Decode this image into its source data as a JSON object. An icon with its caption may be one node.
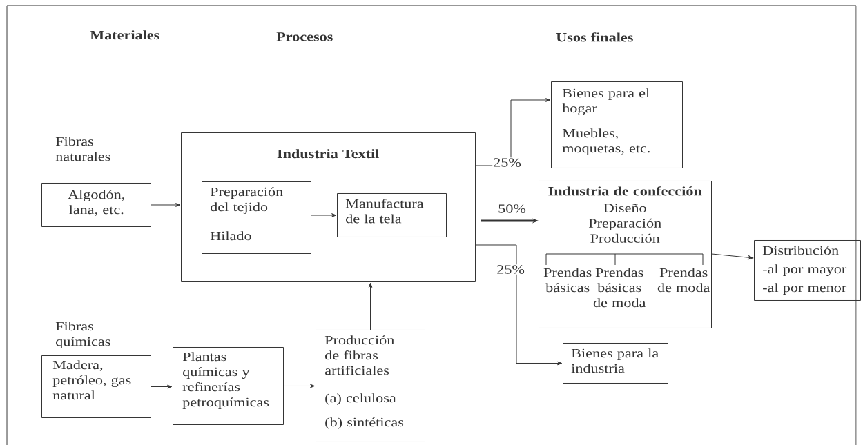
{
  "diagram": {
    "nodes": [
      {
        "text": [
          "Algodón, lana, etc."
        ]
      },
      {
        "text": [
          "Industria Textil"
        ]
      },
      {
        "text": [
          "Preparación del tejido",
          "Hilado"
        ],
        "in": 1
      },
      {
        "text": [
          "Manufactura de la tela"
        ],
        "in": 1
      },
      {
        "text": [
          "Madera, petróleo, gas natural"
        ]
      },
      {
        "text": [
          "Plantas químicas y refinerías petroquímicas"
        ]
      },
      {
        "text": [
          "Producción de fibras artificiales",
          "(a) celulosa",
          "(b) sintéticas"
        ]
      },
      {
        "text": [
          "Bienes para el hogar",
          "Muebles, moquetas, etc."
        ]
      },
      {
        "text": [
          "Industria de confección",
          "Diseño Preparación Producción",
          "Prendas básicas",
          "Prendas básicas de moda",
          "Prendas de moda"
        ]
      },
      {
        "text": [
          "Distribución",
          "-al por mayor",
          "-al por menor"
        ]
      },
      {
        "text": [
          "Bienes para la industria"
        ]
      }
    ],
    "edges": [
      {
        "from": 0,
        "to": 1,
        "arrow": "to"
      },
      {
        "from": 2,
        "to": 3,
        "arrow": "to"
      },
      {
        "from": 4,
        "to": 5,
        "arrow": "to"
      },
      {
        "from": 5,
        "to": 6,
        "arrow": "to"
      },
      {
        "from": 6,
        "to": 1,
        "arrow": "to"
      },
      {
        "from": 1,
        "to": 7,
        "arrow": "to",
        "label": "25%"
      },
      {
        "from": 1,
        "to": 8,
        "arrow": "to",
        "label": "50%",
        "style": "thick"
      },
      {
        "from": 1,
        "to": 10,
        "arrow": "to",
        "label": "25%"
      },
      {
        "from": 8,
        "to": 9,
        "arrow": "to"
      }
    ],
    "labels": [
      "Materiales",
      "Procesos",
      "Usos finales",
      "Fibras naturales",
      "Fibras químicas"
    ]
  }
}
